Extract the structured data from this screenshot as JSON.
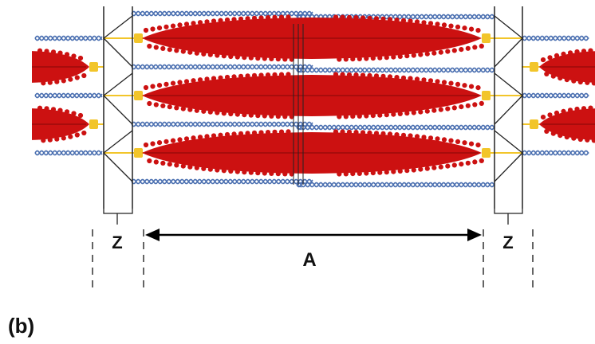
{
  "labels": {
    "z_left": "Z",
    "z_right": "Z",
    "a_band": "A",
    "panel": "(b)"
  },
  "colors": {
    "thick_filament": "#cc1111",
    "thick_filament_dark": "#a80c0c",
    "thin_filament": "#4a6fb0",
    "titin": "#f2c52a",
    "z_disc": "#222222"
  }
}
